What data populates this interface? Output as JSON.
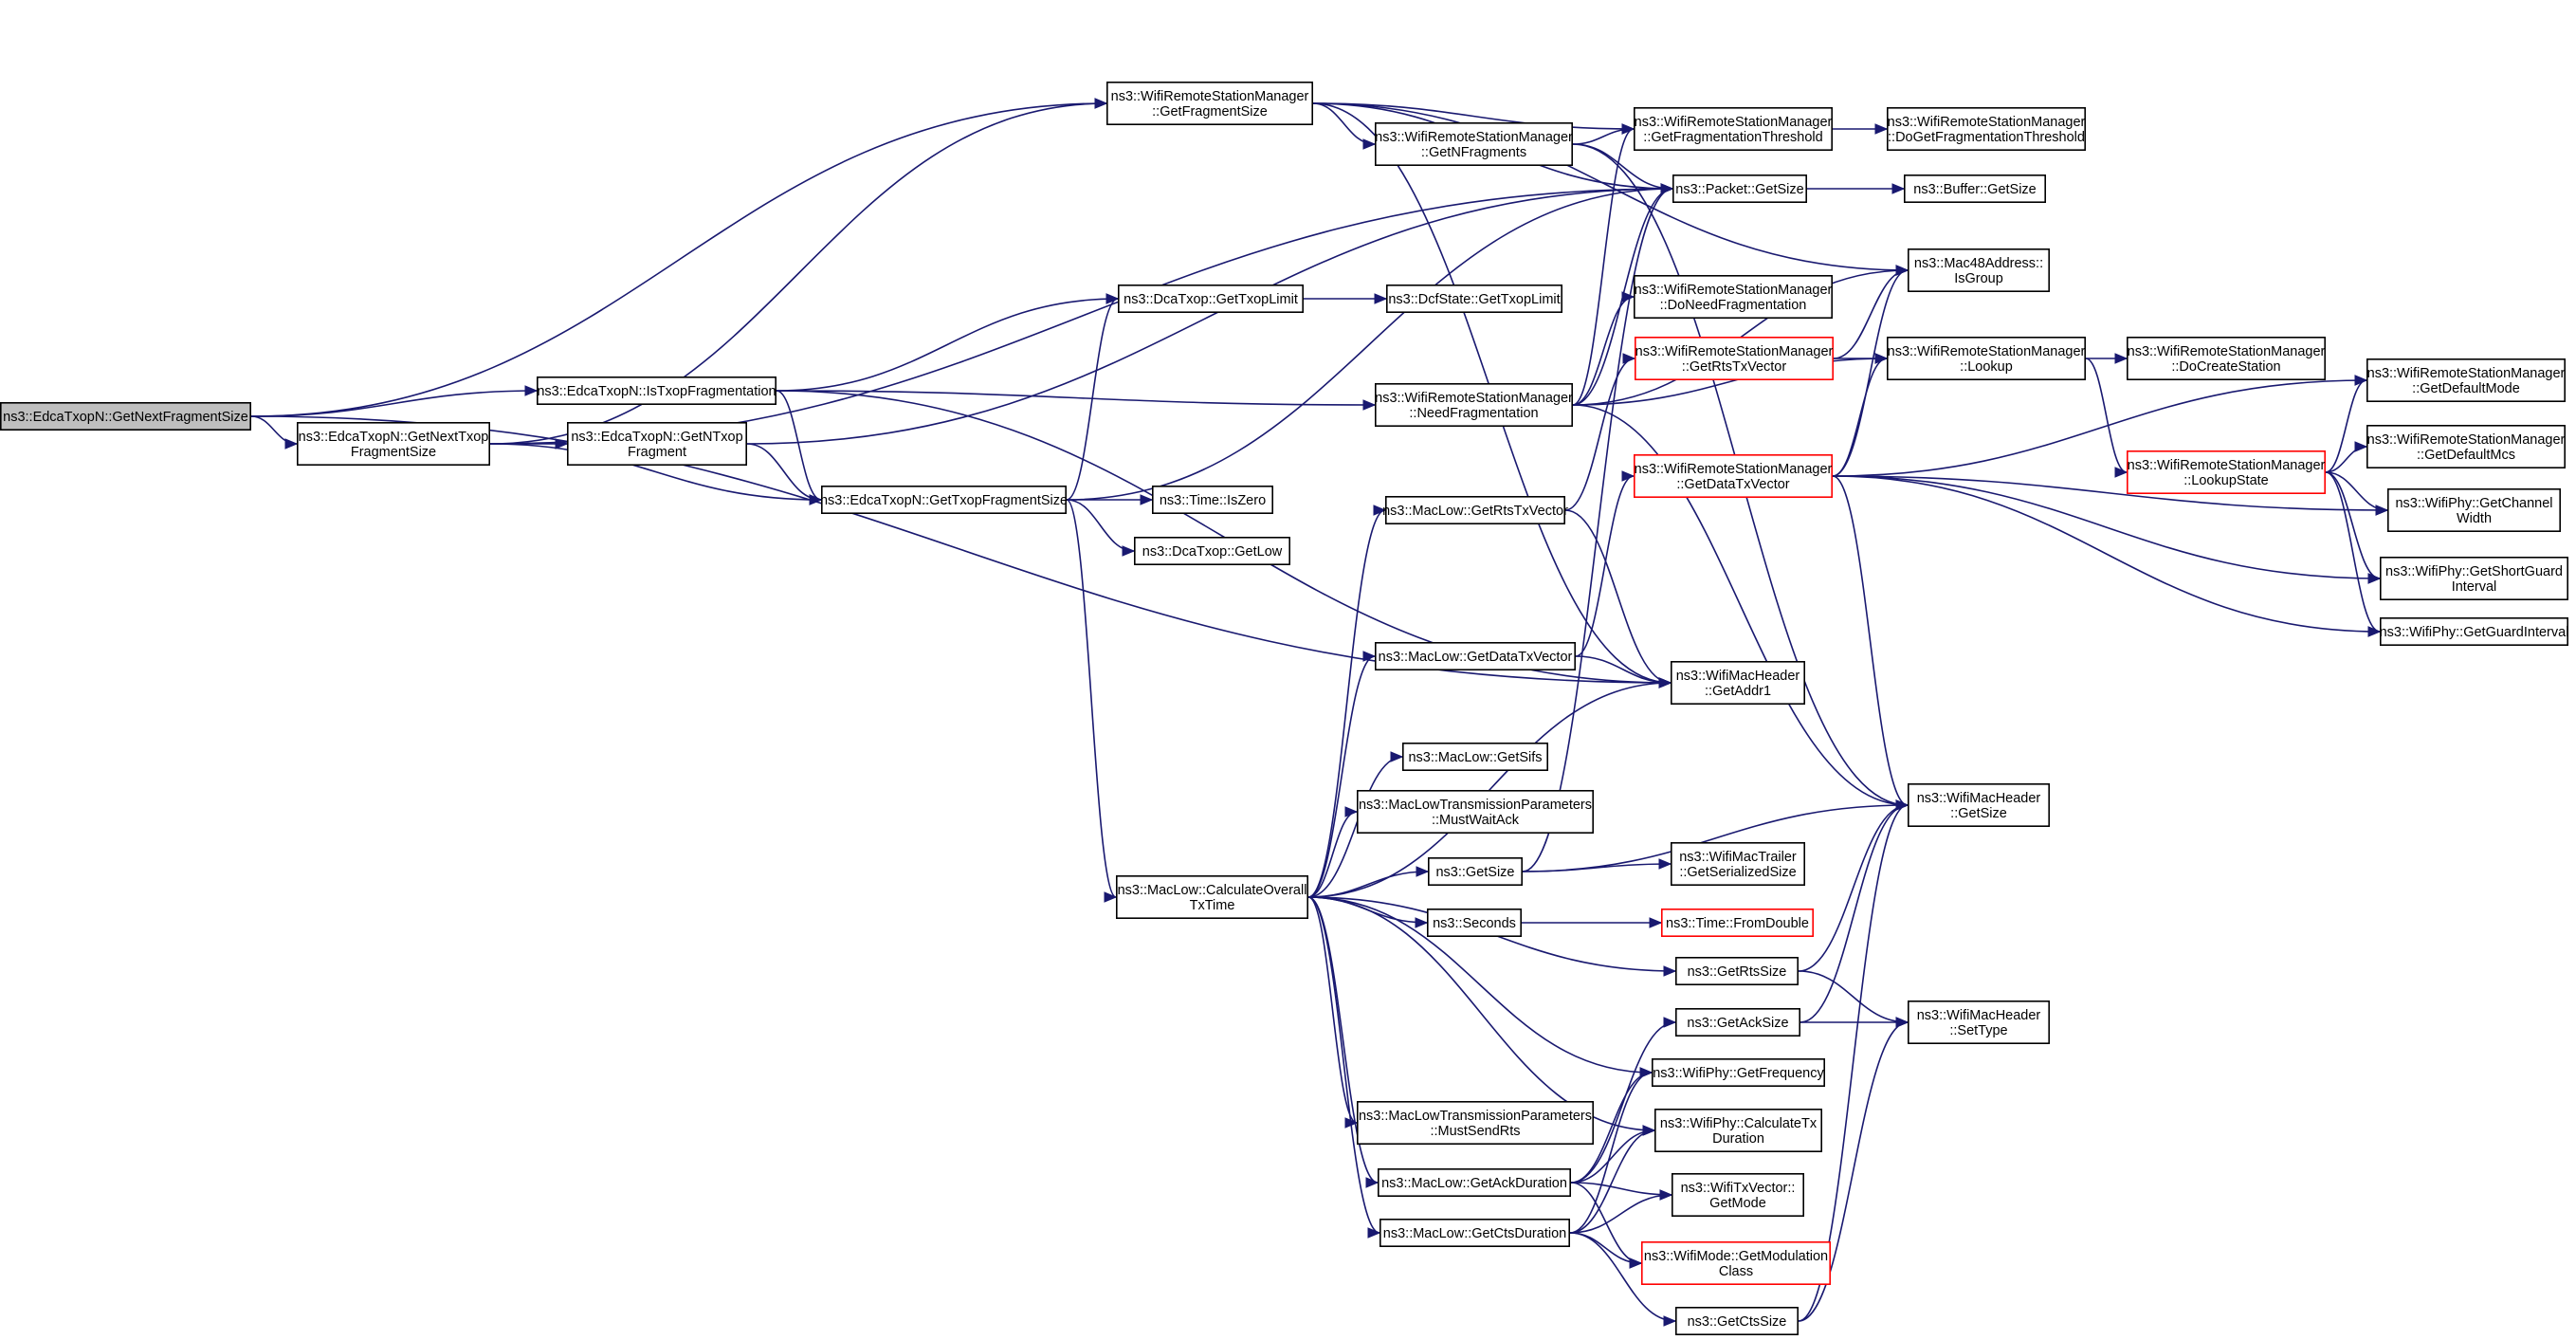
{
  "diagram": {
    "type": "call-graph",
    "colors": {
      "edge": "#191970",
      "node_border": "#000000",
      "node_border_undocumented": "#ff0000",
      "root_fill": "#bfbfbf",
      "node_fill": "#ffffff"
    },
    "nodes": [
      {
        "id": "root",
        "lines": [
          "ns3::EdcaTxopN::GetNextFragmentSize"
        ],
        "style": "root"
      },
      {
        "id": "getNextTxopFragSize",
        "lines": [
          "ns3::EdcaTxopN::GetNextTxop",
          "FragmentSize"
        ],
        "style": "normal"
      },
      {
        "id": "isTxopFrag",
        "lines": [
          "ns3::EdcaTxopN::IsTxopFragmentation"
        ],
        "style": "normal"
      },
      {
        "id": "getNTxopFrag",
        "lines": [
          "ns3::EdcaTxopN::GetNTxop",
          "Fragment"
        ],
        "style": "normal"
      },
      {
        "id": "getFragSize",
        "lines": [
          "ns3::WifiRemoteStationManager",
          "::GetFragmentSize"
        ],
        "style": "normal"
      },
      {
        "id": "getTxopLimit",
        "lines": [
          "ns3::DcaTxop::GetTxopLimit"
        ],
        "style": "normal"
      },
      {
        "id": "getTxopFragSize",
        "lines": [
          "ns3::EdcaTxopN::GetTxopFragmentSize"
        ],
        "style": "normal"
      },
      {
        "id": "calcOverall",
        "lines": [
          "ns3::MacLow::CalculateOverall",
          "TxTime"
        ],
        "style": "normal"
      },
      {
        "id": "getNFragments",
        "lines": [
          "ns3::WifiRemoteStationManager",
          "::GetNFragments"
        ],
        "style": "normal"
      },
      {
        "id": "dcfGetTxopLimit",
        "lines": [
          "ns3::DcfState::GetTxopLimit"
        ],
        "style": "normal"
      },
      {
        "id": "needFrag",
        "lines": [
          "ns3::WifiRemoteStationManager",
          "::NeedFragmentation"
        ],
        "style": "normal"
      },
      {
        "id": "timeIsZero",
        "lines": [
          "ns3::Time::IsZero"
        ],
        "style": "normal"
      },
      {
        "id": "dcaGetLow",
        "lines": [
          "ns3::DcaTxop::GetLow"
        ],
        "style": "normal"
      },
      {
        "id": "getRtsTxVectorML",
        "lines": [
          "ns3::MacLow::GetRtsTxVector"
        ],
        "style": "normal"
      },
      {
        "id": "getDataTxVectorML",
        "lines": [
          "ns3::MacLow::GetDataTxVector"
        ],
        "style": "normal"
      },
      {
        "id": "getSifs",
        "lines": [
          "ns3::MacLow::GetSifs"
        ],
        "style": "normal"
      },
      {
        "id": "mustWaitAck",
        "lines": [
          "ns3::MacLowTransmissionParameters",
          "::MustWaitAck"
        ],
        "style": "normal"
      },
      {
        "id": "getSize",
        "lines": [
          "ns3::GetSize"
        ],
        "style": "normal"
      },
      {
        "id": "seconds",
        "lines": [
          "ns3::Seconds"
        ],
        "style": "normal"
      },
      {
        "id": "mustSendRts",
        "lines": [
          "ns3::MacLowTransmissionParameters",
          "::MustSendRts"
        ],
        "style": "normal"
      },
      {
        "id": "getAckDuration",
        "lines": [
          "ns3::MacLow::GetAckDuration"
        ],
        "style": "normal"
      },
      {
        "id": "getCtsDuration",
        "lines": [
          "ns3::MacLow::GetCtsDuration"
        ],
        "style": "normal"
      },
      {
        "id": "getFragThreshold",
        "lines": [
          "ns3::WifiRemoteStationManager",
          "::GetFragmentationThreshold"
        ],
        "style": "normal"
      },
      {
        "id": "packetGetSize",
        "lines": [
          "ns3::Packet::GetSize"
        ],
        "style": "normal"
      },
      {
        "id": "doNeedFrag",
        "lines": [
          "ns3::WifiRemoteStationManager",
          "::DoNeedFragmentation"
        ],
        "style": "normal"
      },
      {
        "id": "getRtsTxVectorRSM",
        "lines": [
          "ns3::WifiRemoteStationManager",
          "::GetRtsTxVector"
        ],
        "style": "red"
      },
      {
        "id": "getDataTxVectorRSM",
        "lines": [
          "ns3::WifiRemoteStationManager",
          "::GetDataTxVector"
        ],
        "style": "red"
      },
      {
        "id": "getAddr1",
        "lines": [
          "ns3::WifiMacHeader",
          "::GetAddr1"
        ],
        "style": "normal"
      },
      {
        "id": "macTrailerSize",
        "lines": [
          "ns3::WifiMacTrailer",
          "::GetSerializedSize"
        ],
        "style": "normal"
      },
      {
        "id": "timeFromDouble",
        "lines": [
          "ns3::Time::FromDouble"
        ],
        "style": "red"
      },
      {
        "id": "getRtsSize",
        "lines": [
          "ns3::GetRtsSize"
        ],
        "style": "normal"
      },
      {
        "id": "getAckSize",
        "lines": [
          "ns3::GetAckSize"
        ],
        "style": "normal"
      },
      {
        "id": "getFrequency",
        "lines": [
          "ns3::WifiPhy::GetFrequency"
        ],
        "style": "normal"
      },
      {
        "id": "calcTxDuration",
        "lines": [
          "ns3::WifiPhy::CalculateTx",
          "Duration"
        ],
        "style": "normal"
      },
      {
        "id": "txVectorGetMode",
        "lines": [
          "ns3::WifiTxVector::",
          "GetMode"
        ],
        "style": "normal"
      },
      {
        "id": "getModulationClass",
        "lines": [
          "ns3::WifiMode::GetModulation",
          "Class"
        ],
        "style": "red"
      },
      {
        "id": "getCtsSize",
        "lines": [
          "ns3::GetCtsSize"
        ],
        "style": "normal"
      },
      {
        "id": "doGetFragThreshold",
        "lines": [
          "ns3::WifiRemoteStationManager",
          "::DoGetFragmentationThreshold"
        ],
        "style": "normal"
      },
      {
        "id": "bufferGetSize",
        "lines": [
          "ns3::Buffer::GetSize"
        ],
        "style": "normal"
      },
      {
        "id": "isGroup",
        "lines": [
          "ns3::Mac48Address::",
          "IsGroup"
        ],
        "style": "normal"
      },
      {
        "id": "lookup",
        "lines": [
          "ns3::WifiRemoteStationManager",
          "::Lookup"
        ],
        "style": "normal"
      },
      {
        "id": "macHeaderGetSize",
        "lines": [
          "ns3::WifiMacHeader",
          "::GetSize"
        ],
        "style": "normal"
      },
      {
        "id": "setType",
        "lines": [
          "ns3::WifiMacHeader",
          "::SetType"
        ],
        "style": "normal"
      },
      {
        "id": "doCreateStation",
        "lines": [
          "ns3::WifiRemoteStationManager",
          "::DoCreateStation"
        ],
        "style": "normal"
      },
      {
        "id": "lookupState",
        "lines": [
          "ns3::WifiRemoteStationManager",
          "::LookupState"
        ],
        "style": "red"
      },
      {
        "id": "getDefaultMode",
        "lines": [
          "ns3::WifiRemoteStationManager",
          "::GetDefaultMode"
        ],
        "style": "normal"
      },
      {
        "id": "getDefaultMcs",
        "lines": [
          "ns3::WifiRemoteStationManager",
          "::GetDefaultMcs"
        ],
        "style": "normal"
      },
      {
        "id": "getChannelWidth",
        "lines": [
          "ns3::WifiPhy::GetChannel",
          "Width"
        ],
        "style": "normal"
      },
      {
        "id": "getShortGuardInterval",
        "lines": [
          "ns3::WifiPhy::GetShortGuard",
          "Interval"
        ],
        "style": "normal"
      },
      {
        "id": "getGuardInterval",
        "lines": [
          "ns3::WifiPhy::GetGuardInterval"
        ],
        "style": "normal"
      }
    ],
    "edges": [
      [
        "root",
        "getFragSize"
      ],
      [
        "root",
        "isTxopFrag"
      ],
      [
        "root",
        "getNextTxopFragSize"
      ],
      [
        "root",
        "getAddr1"
      ],
      [
        "getNextTxopFragSize",
        "getFragSize"
      ],
      [
        "getNextTxopFragSize",
        "packetGetSize"
      ],
      [
        "getNextTxopFragSize",
        "getNTxopFrag"
      ],
      [
        "getNextTxopFragSize",
        "getTxopFragSize"
      ],
      [
        "isTxopFrag",
        "getTxopLimit"
      ],
      [
        "isTxopFrag",
        "needFrag"
      ],
      [
        "isTxopFrag",
        "getTxopFragSize"
      ],
      [
        "isTxopFrag",
        "getAddr1"
      ],
      [
        "getNTxopFrag",
        "packetGetSize"
      ],
      [
        "getNTxopFrag",
        "getTxopFragSize"
      ],
      [
        "getFragSize",
        "getNFragments"
      ],
      [
        "getFragSize",
        "getFragThreshold"
      ],
      [
        "getFragSize",
        "packetGetSize"
      ],
      [
        "getFragSize",
        "isGroup"
      ],
      [
        "getFragSize",
        "getAddr1"
      ],
      [
        "getTxopLimit",
        "dcfGetTxopLimit"
      ],
      [
        "getTxopFragSize",
        "getTxopLimit"
      ],
      [
        "getTxopFragSize",
        "timeIsZero"
      ],
      [
        "getTxopFragSize",
        "dcaGetLow"
      ],
      [
        "getTxopFragSize",
        "calcOverall"
      ],
      [
        "getTxopFragSize",
        "packetGetSize"
      ],
      [
        "getNFragments",
        "getFragThreshold"
      ],
      [
        "getNFragments",
        "packetGetSize"
      ],
      [
        "getNFragments",
        "macHeaderGetSize"
      ],
      [
        "needFrag",
        "getFragThreshold"
      ],
      [
        "needFrag",
        "packetGetSize"
      ],
      [
        "needFrag",
        "doNeedFrag"
      ],
      [
        "needFrag",
        "isGroup"
      ],
      [
        "needFrag",
        "lookup"
      ],
      [
        "needFrag",
        "macHeaderGetSize"
      ],
      [
        "calcOverall",
        "getRtsTxVectorML"
      ],
      [
        "calcOverall",
        "getDataTxVectorML"
      ],
      [
        "calcOverall",
        "getSifs"
      ],
      [
        "calcOverall",
        "mustWaitAck"
      ],
      [
        "calcOverall",
        "getSize"
      ],
      [
        "calcOverall",
        "seconds"
      ],
      [
        "calcOverall",
        "mustSendRts"
      ],
      [
        "calcOverall",
        "getAckDuration"
      ],
      [
        "calcOverall",
        "getCtsDuration"
      ],
      [
        "calcOverall",
        "getRtsSize"
      ],
      [
        "calcOverall",
        "getFrequency"
      ],
      [
        "calcOverall",
        "calcTxDuration"
      ],
      [
        "calcOverall",
        "getAddr1"
      ],
      [
        "getRtsTxVectorML",
        "getRtsTxVectorRSM"
      ],
      [
        "getRtsTxVectorML",
        "getAddr1"
      ],
      [
        "getDataTxVectorML",
        "getDataTxVectorRSM"
      ],
      [
        "getDataTxVectorML",
        "getAddr1"
      ],
      [
        "getSize",
        "packetGetSize"
      ],
      [
        "getSize",
        "macTrailerSize"
      ],
      [
        "getSize",
        "macHeaderGetSize"
      ],
      [
        "seconds",
        "timeFromDouble"
      ],
      [
        "getAckDuration",
        "getAckSize"
      ],
      [
        "getAckDuration",
        "getFrequency"
      ],
      [
        "getAckDuration",
        "calcTxDuration"
      ],
      [
        "getAckDuration",
        "txVectorGetMode"
      ],
      [
        "getAckDuration",
        "getModulationClass"
      ],
      [
        "getCtsDuration",
        "getFrequency"
      ],
      [
        "getCtsDuration",
        "calcTxDuration"
      ],
      [
        "getCtsDuration",
        "txVectorGetMode"
      ],
      [
        "getCtsDuration",
        "getModulationClass"
      ],
      [
        "getCtsDuration",
        "getCtsSize"
      ],
      [
        "getFragThreshold",
        "doGetFragThreshold"
      ],
      [
        "packetGetSize",
        "bufferGetSize"
      ],
      [
        "getRtsTxVectorRSM",
        "isGroup"
      ],
      [
        "getRtsTxVectorRSM",
        "lookup"
      ],
      [
        "getDataTxVectorRSM",
        "isGroup"
      ],
      [
        "getDataTxVectorRSM",
        "lookup"
      ],
      [
        "getDataTxVectorRSM",
        "getDefaultMode"
      ],
      [
        "getDataTxVectorRSM",
        "getChannelWidth"
      ],
      [
        "getDataTxVectorRSM",
        "getShortGuardInterval"
      ],
      [
        "getDataTxVectorRSM",
        "getGuardInterval"
      ],
      [
        "getDataTxVectorRSM",
        "macHeaderGetSize"
      ],
      [
        "getRtsSize",
        "macHeaderGetSize"
      ],
      [
        "getRtsSize",
        "setType"
      ],
      [
        "getAckSize",
        "macHeaderGetSize"
      ],
      [
        "getAckSize",
        "setType"
      ],
      [
        "getCtsSize",
        "macHeaderGetSize"
      ],
      [
        "getCtsSize",
        "setType"
      ],
      [
        "lookup",
        "doCreateStation"
      ],
      [
        "lookup",
        "lookupState"
      ],
      [
        "lookupState",
        "getDefaultMode"
      ],
      [
        "lookupState",
        "getDefaultMcs"
      ],
      [
        "lookupState",
        "getChannelWidth"
      ],
      [
        "lookupState",
        "getShortGuardInterval"
      ],
      [
        "lookupState",
        "getGuardInterval"
      ]
    ]
  }
}
